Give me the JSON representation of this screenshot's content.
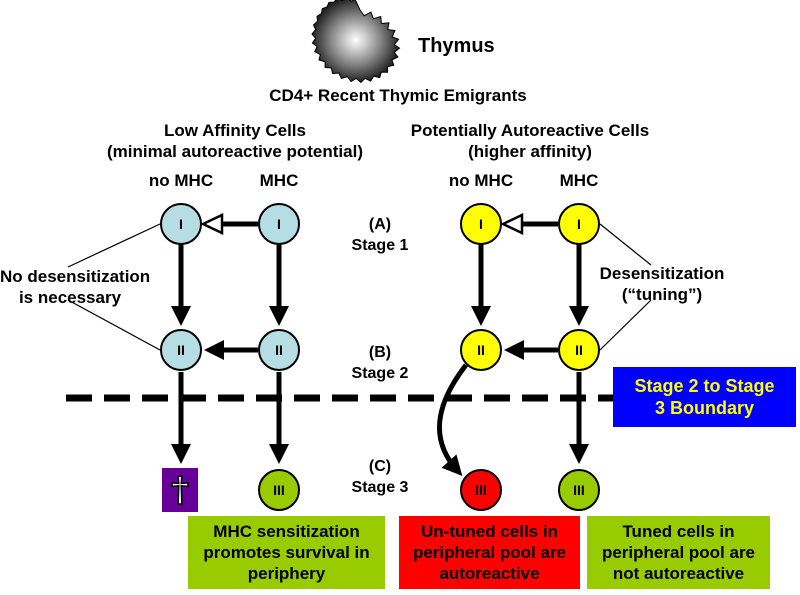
{
  "thymus": {
    "label": "Thymus"
  },
  "title": "CD4+ Recent Thymic Emigrants",
  "columns": {
    "low": {
      "line1": "Low Affinity Cells",
      "line2": "(minimal autoreactive potential)"
    },
    "auto": {
      "line1": "Potentially Autoreactive Cells",
      "line2": "(higher affinity)"
    }
  },
  "column_labels": {
    "no_mhc_left": "no MHC",
    "mhc_left": "MHC",
    "no_mhc_right": "no MHC",
    "mhc_right": "MHC"
  },
  "stages": [
    {
      "letter": "(A)",
      "name": "Stage 1"
    },
    {
      "letter": "(B)",
      "name": "Stage 2"
    },
    {
      "letter": "(C)",
      "name": "Stage 3"
    }
  ],
  "cells": {
    "stage1": "I",
    "stage2": "II",
    "stage3": "III",
    "death_symbol": "†"
  },
  "notes": {
    "no_desens": {
      "line1": "No desensitization",
      "line2": "is necessary"
    },
    "desens": {
      "line1": "Desensitization",
      "line2": "(“tuning”)"
    }
  },
  "boundary": {
    "line1": "Stage 2 to Stage",
    "line2": "3 Boundary"
  },
  "outcomes": [
    {
      "line1": "MHC sensitization",
      "line2": "promotes survival in",
      "line3": "periphery"
    },
    {
      "line1": "Un-tuned cells in",
      "line2": "peripheral pool are",
      "line3": "autoreactive"
    },
    {
      "line1": "Tuned cells in",
      "line2": "peripheral pool are",
      "line3": "not autoreactive"
    }
  ],
  "colors": {
    "low_affinity_cell": "#b7dde4",
    "autoreactive_cell": "#ffff00",
    "tuned_cell": "#99cc00",
    "untuned_cell": "#ff0000",
    "dead_cell_box": "#660099",
    "boundary_box": "#0000ff",
    "boundary_text": "#ffff00",
    "outcome_green": "#99cc00",
    "outcome_red": "#ff0000"
  }
}
